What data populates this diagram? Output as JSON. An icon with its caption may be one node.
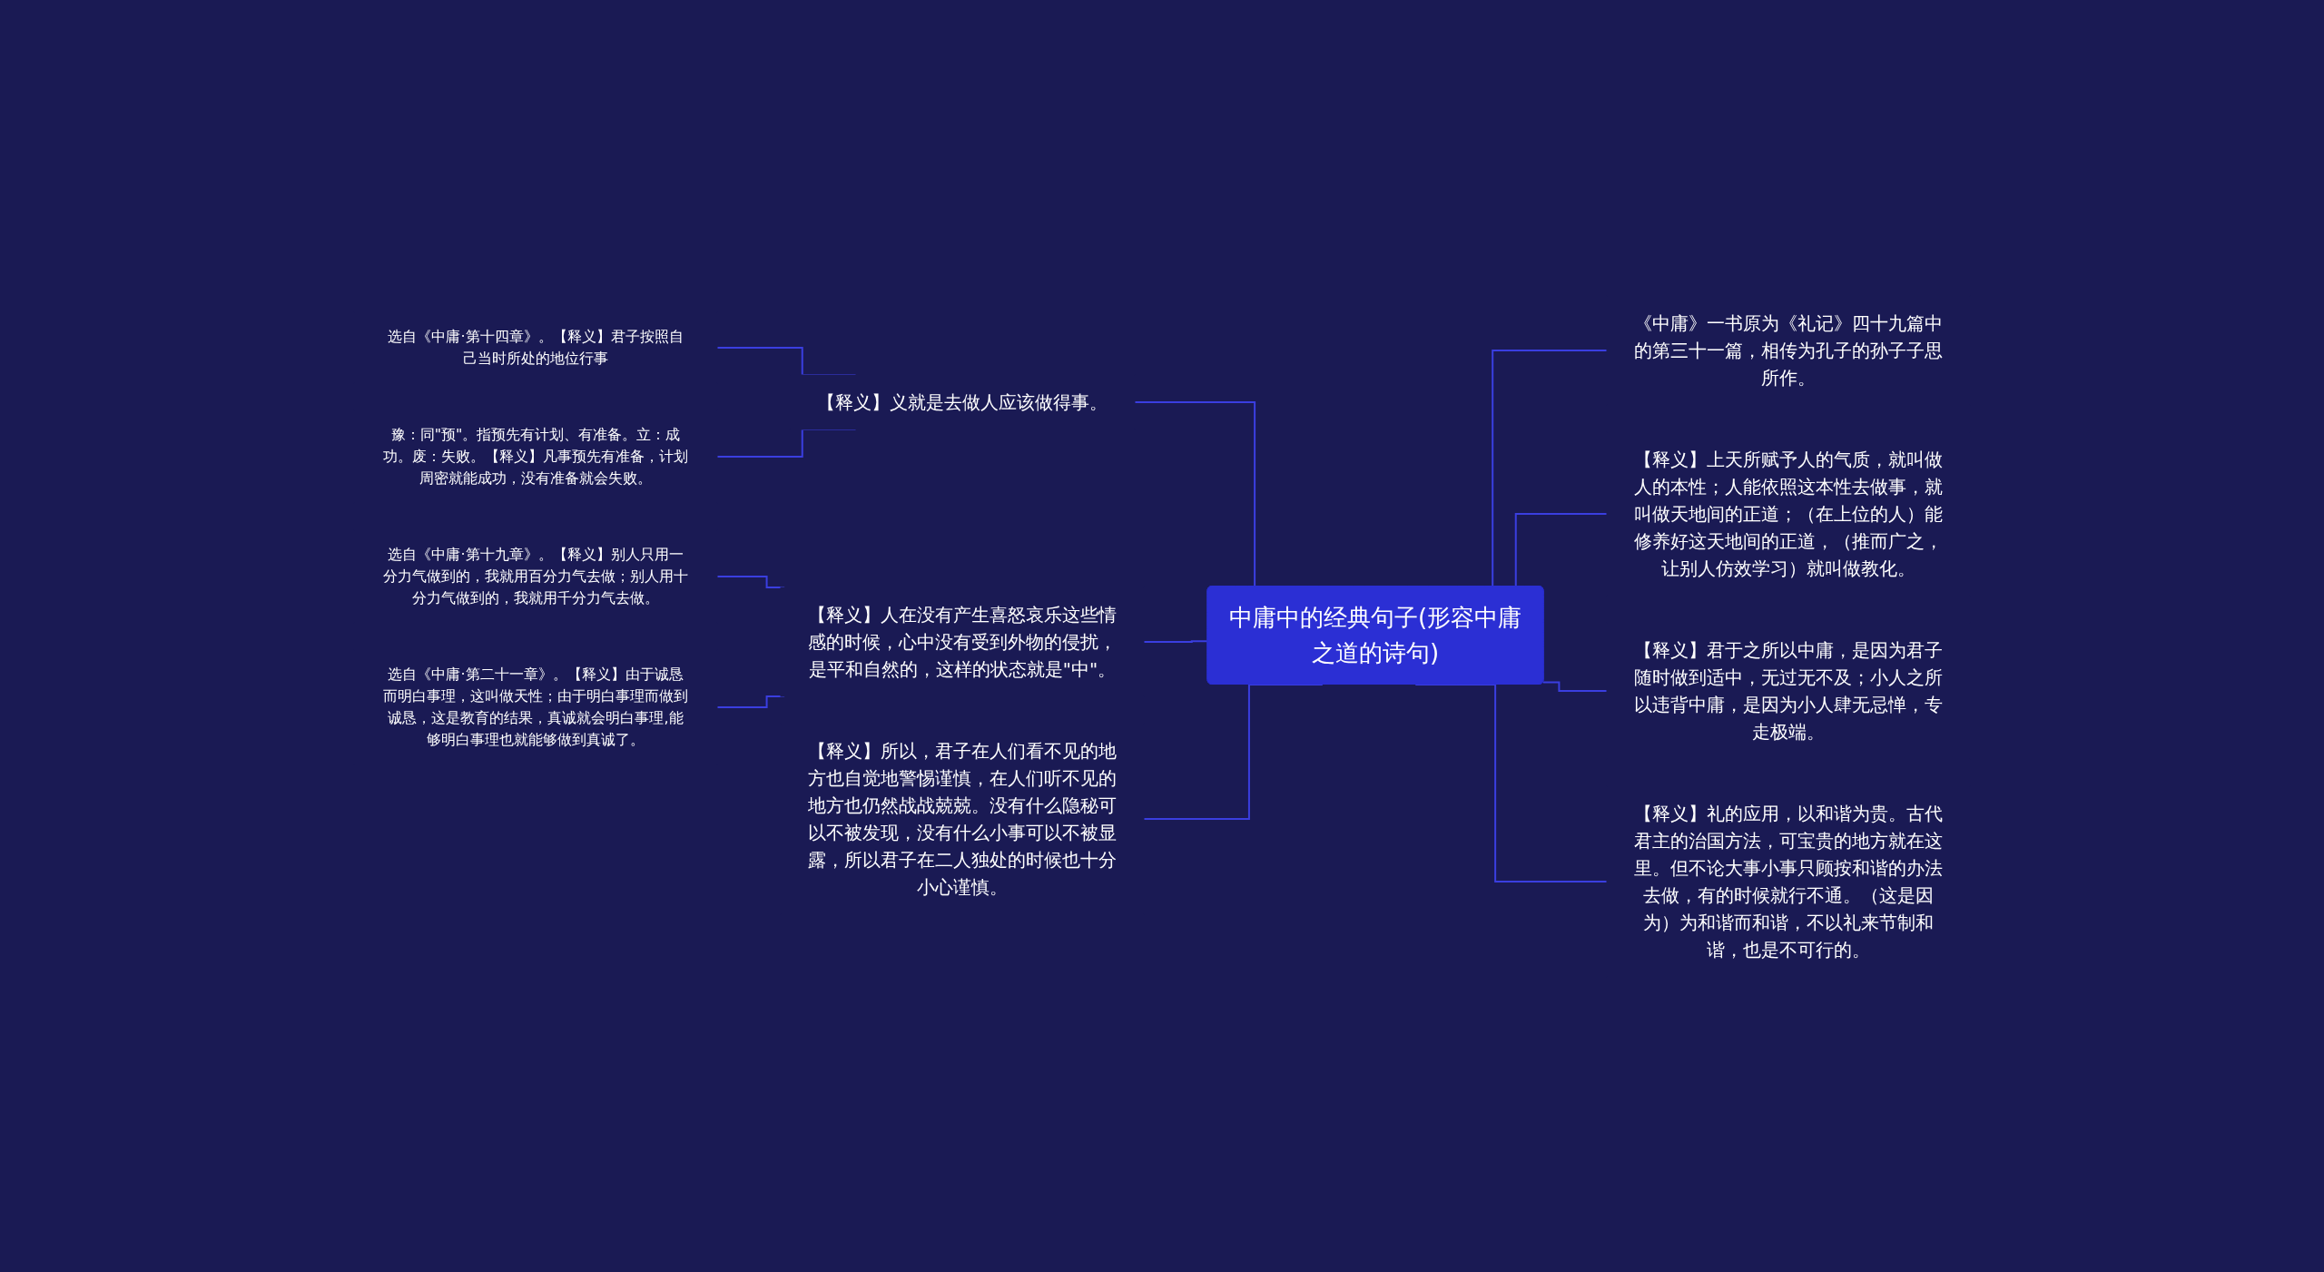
{
  "diagram": {
    "nodes": [
      {
        "text": [
          "中庸中的经典句子(形容中庸之道的诗句)"
        ]
      },
      {
        "text": [
          "《中庸》一书原为《礼记》四十九篇中的第三十一篇，相传为孔子的孙子子思所作。"
        ]
      },
      {
        "text": [
          "【释义】上天所赋予人的气质，就叫做人的本性；人能依照这本性去做事，就叫做天地间的正道；（在上位的人）能修养好这天地间的正道，（推而广之，让别人仿效学习）就叫做教化。"
        ]
      },
      {
        "text": [
          "【释义】君于之所以中庸，是因为君子随时做到适中，无过无不及；小人之所以违背中庸，是因为小人肆无忌惮，专走极端。"
        ]
      },
      {
        "text": [
          "【释义】礼的应用，以和谐为贵。古代君主的治国方法，可宝贵的地方就在这里。但不论大事小事只顾按和谐的办法去做，有的时候就行不通。（这是因为）为和谐而和谐，不以礼来节制和谐，也是不可行的。"
        ]
      },
      {
        "text": [
          "【释义】义就是去做人应该做得事。"
        ]
      },
      {
        "text": [
          "选自《中庸·第十四章》。【释义】君子按照自己当时所处的地位行事"
        ]
      },
      {
        "text": [
          "豫：同\"预\"。指预先有计划、有准备。立：成功。废：失败。【释义】凡事预先有准备，计划周密就能成功，没有准备就会失败。"
        ]
      },
      {
        "text": [
          "【释义】人在没有产生喜怒哀乐这些情感的时候，心中没有受到外物的侵扰，是平和自然的，这样的状态就是\"中\"。"
        ]
      },
      {
        "text": [
          "选自《中庸·第十九章》。【释义】别人只用一分力气做到的，我就用百分力气去做；别人用十分力气做到的，我就用千分力气去做。"
        ]
      },
      {
        "text": [
          "选自《中庸·第二十一章》。【释义】由于诚恳而明白事理，这叫做天性；由于明白事理而做到诚恳，这是教育的结果，真诚就会明白事理,能够明白事理也就能够做到真诚了。"
        ]
      },
      {
        "text": [
          "【释义】所以，君子在人们看不见的地方也自觉地警惕谨慎，在人们听不见的地方也仍然战战兢兢。没有什么隐秘可以不被发现，没有什么小事可以不被显露，所以君子在二人独处的时候也十分小心谨慎。"
        ]
      }
    ],
    "edges": [
      {
        "from": 0,
        "to": 1,
        "arrow": "none"
      },
      {
        "from": 0,
        "to": 2,
        "arrow": "none"
      },
      {
        "from": 0,
        "to": 3,
        "arrow": "none"
      },
      {
        "from": 0,
        "to": 4,
        "arrow": "none"
      },
      {
        "from": 5,
        "to": 0,
        "arrow": "none"
      },
      {
        "from": 6,
        "to": 5,
        "arrow": "none"
      },
      {
        "from": 7,
        "to": 5,
        "arrow": "none"
      },
      {
        "from": 8,
        "to": 0,
        "arrow": "none"
      },
      {
        "from": 9,
        "to": 8,
        "arrow": "none"
      },
      {
        "from": 10,
        "to": 8,
        "arrow": "none"
      },
      {
        "from": 11,
        "to": 0,
        "arrow": "none"
      }
    ]
  }
}
